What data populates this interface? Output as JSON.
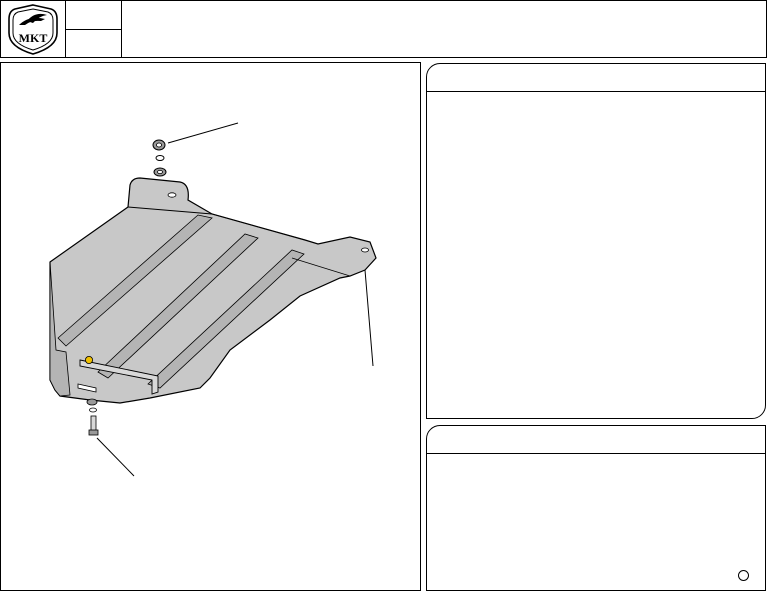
{
  "logo": {
    "text": "MKT",
    "icon": "shield-crest-logo"
  },
  "header": {
    "cell_top": "",
    "cell_bottom": "",
    "title": ""
  },
  "drawing": {
    "callouts": []
  },
  "right_panel_top": {
    "title": "",
    "body": ""
  },
  "right_panel_bottom": {
    "title": "",
    "body": "",
    "marker": "circle"
  },
  "colors": {
    "line": "#000000",
    "plate_fill": "#c8c8c8",
    "plate_shade": "#b4b4b4",
    "nut_fill": "#9a9a9a",
    "bracket_accent": "#f0c000",
    "background": "#ffffff"
  }
}
